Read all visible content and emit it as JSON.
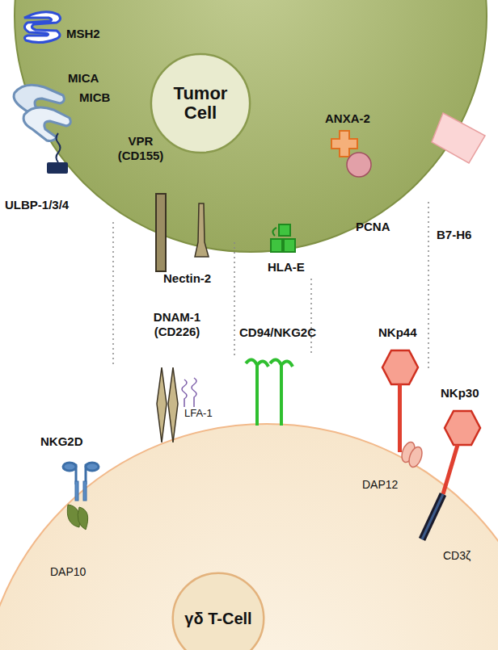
{
  "diagram": {
    "nodes": [
      {
        "text": [
          "Tumor Cell"
        ]
      },
      {
        "text": [
          "γδ T-Cell"
        ]
      }
    ],
    "labels": [
      "MSH2",
      "MICA",
      "MICB",
      "ULBP-1/3/4",
      "VPR (CD155)",
      "Nectin-2",
      "HLA-E",
      "ANXA-2",
      "PCNA",
      "B7-H6",
      "NKG2D",
      "DAP10",
      "DNAM-1 (CD226)",
      "LFA-1",
      "CD94/NKG2C",
      "NKp44",
      "DAP12",
      "NKp30",
      "CD3ζ"
    ]
  }
}
